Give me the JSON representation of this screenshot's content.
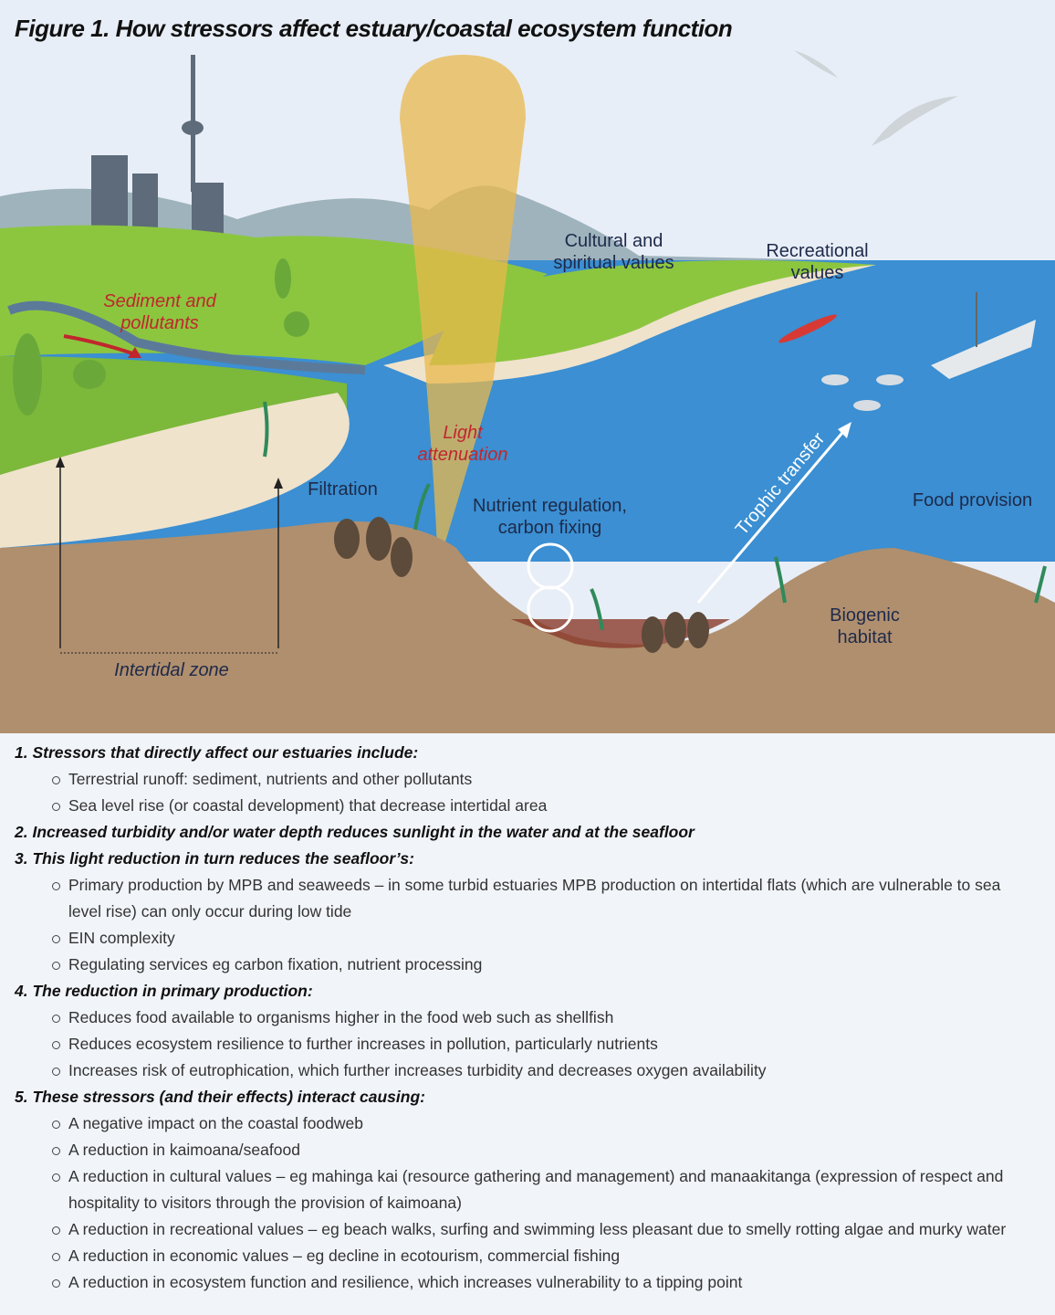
{
  "figure": {
    "title": "Figure 1. How stressors affect estuary/coastal ecosystem function",
    "labels": {
      "sediment": "Sediment and pollutants",
      "cultural": "Cultural and spiritual values",
      "recreational": "Recreational values",
      "light": "Light attenuation",
      "filtration": "Filtration",
      "nutrient": "Nutrient regulation, carbon fixing",
      "trophic": "Trophic transfer",
      "food": "Food provision",
      "biogenic": "Biogenic habitat",
      "intertidal": "Intertidal zone"
    },
    "colors": {
      "sky": "#e8eef7",
      "water": "#3b8fd2",
      "land": "#8cc63f",
      "sand": "#efe3cc",
      "seafloor": "#b08f6e",
      "sunbeam": "#e9b84c",
      "label_red": "#c0272d",
      "label_navy": "#1e2a4a"
    }
  },
  "notes": [
    {
      "text": "1. Stressors that directly affect our estuaries include:",
      "type": "heading"
    },
    {
      "text": "Terrestrial runoff: sediment, nutrients and other pollutants",
      "type": "bullet"
    },
    {
      "text": "Sea level rise (or coastal development) that decrease intertidal area",
      "type": "bullet"
    },
    {
      "text": "2. Increased turbidity and/or water depth reduces sunlight in the water and at the seafloor",
      "type": "heading"
    },
    {
      "text": "3. This light reduction in turn reduces the seafloor’s:",
      "type": "heading"
    },
    {
      "text": "Primary production by MPB and seaweeds – in some turbid estuaries MPB production on intertidal flats (which are vulnerable to sea",
      "type": "bullet"
    },
    {
      "text": "level rise) can only occur during low tide",
      "type": "cont"
    },
    {
      "text": "EIN complexity",
      "type": "bullet"
    },
    {
      "text": "Regulating services eg carbon fixation, nutrient processing",
      "type": "bullet"
    },
    {
      "text": "4. The reduction in primary production:",
      "type": "heading"
    },
    {
      "text": "Reduces food available to organisms higher in the food web such as shellfish",
      "type": "bullet"
    },
    {
      "text": "Reduces ecosystem resilience to further increases in pollution, particularly nutrients",
      "type": "bullet"
    },
    {
      "text": "Increases risk of eutrophication, which further increases turbidity and decreases oxygen availability",
      "type": "bullet"
    },
    {
      "text": "5. These stressors (and their effects) interact causing:",
      "type": "heading"
    },
    {
      "text": "A negative impact on the coastal foodweb",
      "type": "bullet"
    },
    {
      "text": "A reduction in kaimoana/seafood",
      "type": "bullet"
    },
    {
      "text": "A reduction in cultural values – eg mahinga kai (resource gathering and management) and manaakitanga (expression of respect and",
      "type": "bullet"
    },
    {
      "text": "hospitality to visitors through the provision of kaimoana)",
      "type": "cont"
    },
    {
      "text": "A reduction in recreational values – eg beach walks, surfing and swimming less pleasant due to smelly rotting algae and murky water",
      "type": "bullet"
    },
    {
      "text": "A reduction in economic values – eg decline in ecotourism, commercial fishing",
      "type": "bullet"
    },
    {
      "text": "A reduction in ecosystem function and resilience, which increases vulnerability to a tipping point",
      "type": "bullet"
    }
  ]
}
